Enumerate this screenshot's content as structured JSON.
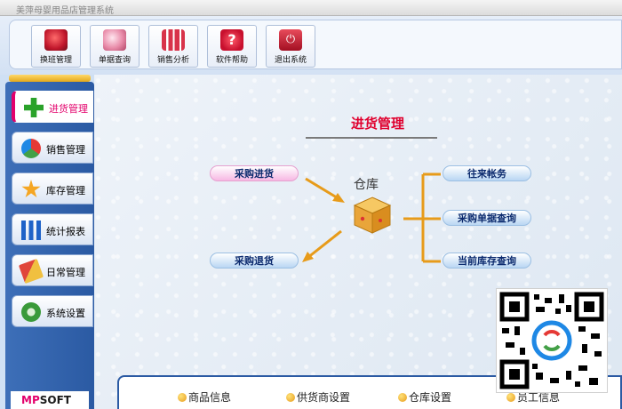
{
  "window": {
    "title": "美萍母婴用品店管理系统"
  },
  "toolbar": {
    "buttons": [
      {
        "label": "换班管理",
        "icon": "people-icon"
      },
      {
        "label": "单据查询",
        "icon": "magnifier-icon"
      },
      {
        "label": "销售分析",
        "icon": "bar-chart-icon"
      },
      {
        "label": "软件帮助",
        "icon": "help-icon"
      },
      {
        "label": "退出系统",
        "icon": "power-icon"
      }
    ]
  },
  "sidebar": {
    "items": [
      {
        "label": "进货管理",
        "icon": "plus-icon",
        "active": true
      },
      {
        "label": "销售管理",
        "icon": "pie-chart-icon"
      },
      {
        "label": "库存管理",
        "icon": "star-icon"
      },
      {
        "label": "统计报表",
        "icon": "report-icon"
      },
      {
        "label": "日常管理",
        "icon": "broom-icon"
      },
      {
        "label": "系统设置",
        "icon": "gear-icon"
      }
    ],
    "brand_prefix": "MP",
    "brand_suffix": "SOFT"
  },
  "main": {
    "title": "进货管理",
    "warehouse_label": "仓库",
    "left_actions": {
      "purchase_in": "采购进货",
      "purchase_return": "采购退货"
    },
    "right_actions": {
      "accounts": "往来帐务",
      "purchase_query": "采购单据查询",
      "current_stock": "当前库存查询"
    },
    "info_links": [
      "商品信息",
      "供货商设置",
      "仓库设置",
      "员工信息"
    ]
  },
  "colors": {
    "accent": "#e3006b",
    "title_red": "#e0002e",
    "sidebar_blue": "#2b5aa3",
    "arrow_orange": "#e79b1a"
  }
}
